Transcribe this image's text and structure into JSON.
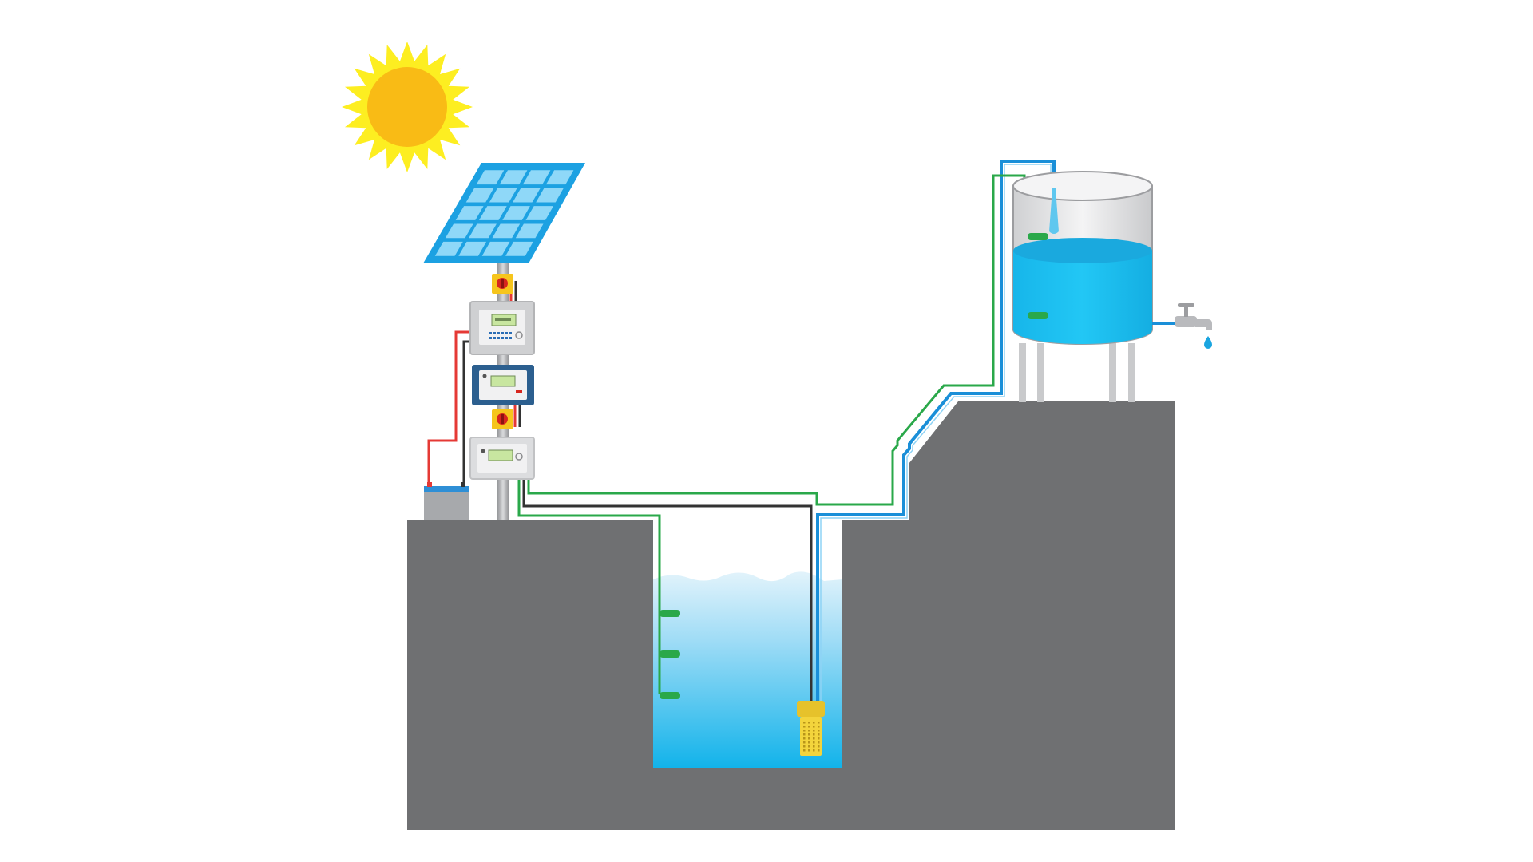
{
  "diagram": {
    "kind": "solar-water-pumping-system",
    "labels": []
  },
  "colors": {
    "background": "#ffffff",
    "ground": "#6f7072",
    "sun_core": "#f9bb15",
    "sun_rays": "#fdee21",
    "panel_frame": "#1ca1e2",
    "panel_cell": "#8fd8f8",
    "water_light": "#d6eef9",
    "water_deep": "#19b4ea",
    "tank_body": "#e8e8e8",
    "tank_water": "#1ec2f2",
    "pipe_blue": "#1a8fd8",
    "wire_green": "#2aa84a",
    "wire_red": "#e53935",
    "wire_dark": "#333333",
    "controller_blue": "#2c5f8f",
    "lcd": "#c8e6a0",
    "pump": "#f3d43c",
    "switch_yellow": "#f6c51c",
    "switch_red": "#d7261e",
    "battery": "#a7a9ac"
  },
  "components": [
    {
      "name": "sun",
      "icon": "sun-icon"
    },
    {
      "name": "solar-panel",
      "icon": "solar-panel-icon"
    },
    {
      "name": "dc-disconnect-switch-top",
      "icon": "switch-icon"
    },
    {
      "name": "charge-controller",
      "icon": "controller-icon"
    },
    {
      "name": "pump-inverter",
      "icon": "inverter-icon"
    },
    {
      "name": "dc-disconnect-switch-bottom",
      "icon": "switch-icon"
    },
    {
      "name": "level-controller",
      "icon": "controller-icon"
    },
    {
      "name": "battery",
      "icon": "battery-icon"
    },
    {
      "name": "well-water",
      "icon": "water-icon"
    },
    {
      "name": "well-level-sensors",
      "icon": "sensor-icon",
      "count": 3
    },
    {
      "name": "submersible-pump",
      "icon": "pump-icon"
    },
    {
      "name": "water-pipe",
      "icon": "pipe-icon"
    },
    {
      "name": "storage-tank",
      "icon": "tank-icon"
    },
    {
      "name": "tank-level-sensors",
      "icon": "sensor-icon",
      "count": 2
    },
    {
      "name": "water-tap",
      "icon": "faucet-icon"
    }
  ],
  "levels": {
    "tank_fill_fraction": 0.55
  }
}
